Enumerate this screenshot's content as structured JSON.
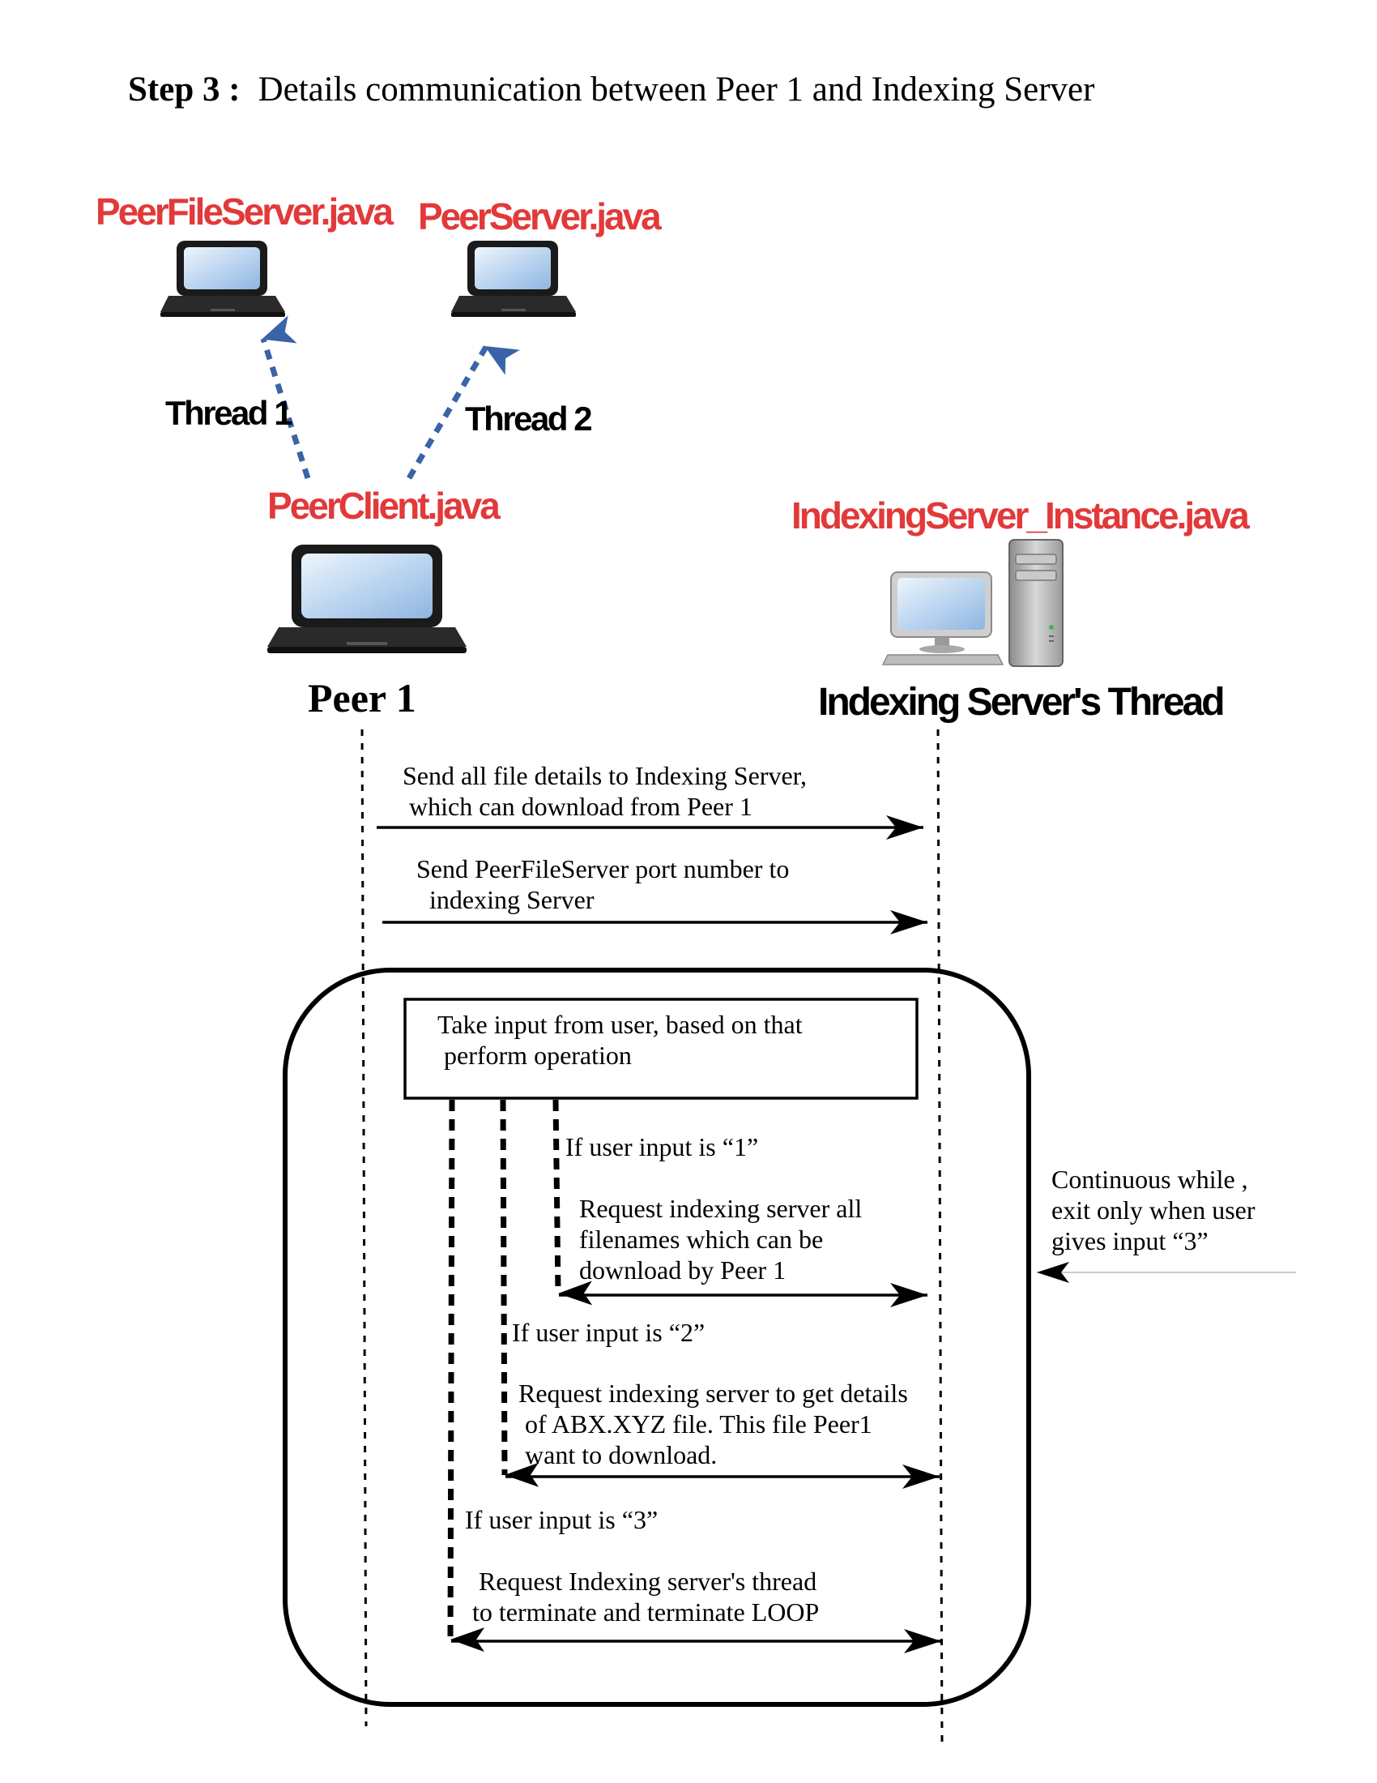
{
  "header": {
    "step_label": "Step 3 :",
    "title": "Details communication between Peer 1 and Indexing Server"
  },
  "components": {
    "peer_file_server": "PeerFileServer.java",
    "peer_server": "PeerServer.java",
    "peer_client": "PeerClient.java",
    "indexing_instance": "IndexingServer_Instance.java"
  },
  "threads": {
    "thread1": "Thread 1",
    "thread2": "Thread 2"
  },
  "actors": {
    "peer": "Peer 1",
    "server": "Indexing Server's Thread"
  },
  "messages": {
    "send_details": [
      "Send all file details to Indexing Server,",
      " which can download from Peer 1"
    ],
    "send_port": [
      "Send PeerFileServer port number to",
      "  indexing Server"
    ]
  },
  "loop": {
    "box": [
      "Take input from user, based on that",
      " perform operation"
    ],
    "note": [
      "Continuous while ,",
      "exit only when user",
      "gives input “3”"
    ],
    "cond1": "If user input is “1”",
    "req1": [
      "Request indexing server all",
      "filenames which can be",
      "download by Peer 1"
    ],
    "cond2": "If user input is “2”",
    "req2": [
      "Request indexing server to get details",
      " of ABX.XYZ file. This file Peer1",
      " want to download."
    ],
    "cond3": "If user input is “3”",
    "req3": [
      "Request Indexing server's thread",
      "to terminate and terminate LOOP"
    ]
  },
  "colors": {
    "label_red": "#e2393a",
    "thread_arrow_blue": "#3a63a8",
    "line_black": "#000000"
  }
}
